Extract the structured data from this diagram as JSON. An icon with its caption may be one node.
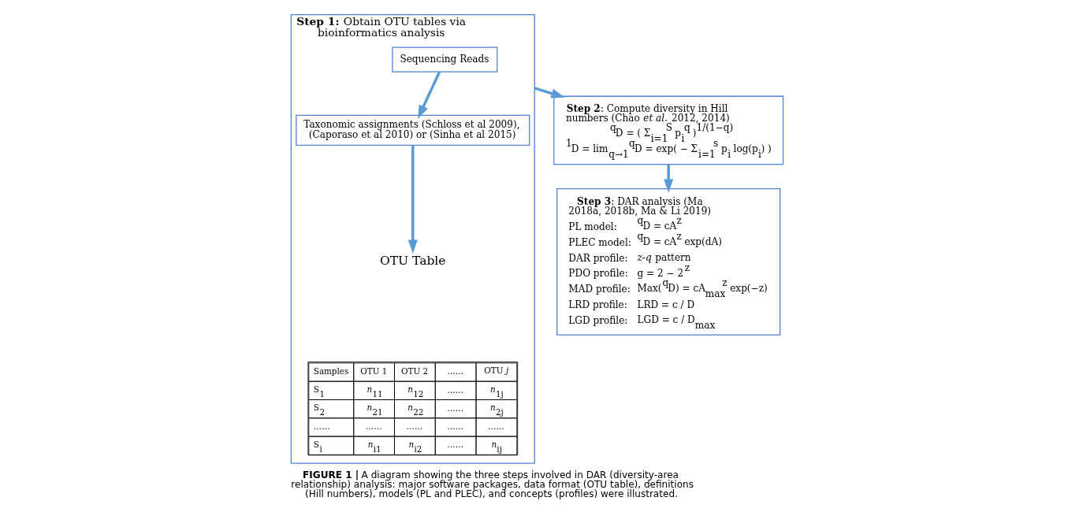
{
  "diagram": {
    "caption": "**FIGURE 1 |** A diagram showing the three steps involved in DAR (diversity-area relationship) analysis: major software packages, data format (OTU table), definitions (Hill numbers), models (PL and PLEC), and concepts (profiles) were illustrated.",
    "nodes": [
      {
        "text": [
          "**Step 1:** Obtain OTU tables via bioinformatics analysis"
        ]
      },
      {
        "text": [
          "Sequencing Reads"
        ],
        "in": 0
      },
      {
        "text": [
          "Taxonomic assignments (Schloss et al 2009), (Caporaso et al 2010) or (Sinha et al 2015)"
        ],
        "in": 0
      },
      {
        "text": [
          "OTU Table"
        ],
        "in": 0
      },
      {
        "text": [
          "**Step 2**: Compute diversity in Hill numbers (Chao *et al.* 2012, 2014)",
          "$^{q}$D = ( Σ$_{i=1}$$^{S}$ p$_{i}$$^{q}$ )$^{1/(1−q)}$",
          "$^{1}$D = lim$_{q→1}$ $^{q}$D = exp( − Σ$_{i=1}$$^{s}$ p$_{i}$ log(p$_{i}$) )"
        ]
      },
      {
        "text": [
          "**Step 3**: DAR analysis (Ma 2018a, 2018b, Ma & Li 2019)",
          "PL model:",
          "$^{q}$D = cA$^{z}$",
          "PLEC model:",
          "$^{q}$D = cA$^{z}$ exp(dA)",
          "DAR profile:",
          "*z-q* pattern",
          "PDO profile:",
          "g = 2 − 2$^{z}$",
          "MAD profile:",
          "Max($^{q}$D) = cA$_{max}$$^{z}$ exp(−z)",
          "LRD profile:",
          "LRD = c / D",
          "LGD profile:",
          "LGD = c / D$_{max}$"
        ]
      }
    ],
    "edges": [
      {
        "from": 1,
        "to": 2,
        "arrow": "to"
      },
      {
        "from": 2,
        "to": 3,
        "arrow": "to"
      },
      {
        "from": 0,
        "to": 4,
        "arrow": "to"
      },
      {
        "from": 4,
        "to": 5,
        "arrow": "to"
      }
    ],
    "labels": [
      "Samples",
      "OTU 1",
      "OTU 2",
      "……",
      "OTU *j*",
      "S$_{1}$",
      "*n*$_{11}$",
      "*n*$_{12}$",
      "……",
      "*n*$_{1j}$",
      "S$_{2}$",
      "*n*$_{21}$",
      "*n*$_{22}$",
      "……",
      "*n*$_{2j}$",
      "……",
      "……",
      "……",
      "……",
      "……",
      "S$_{i}$",
      "*n*$_{i1}$",
      "*n*$_{i2}$",
      "……",
      "*n*$_{ij}$"
    ]
  }
}
